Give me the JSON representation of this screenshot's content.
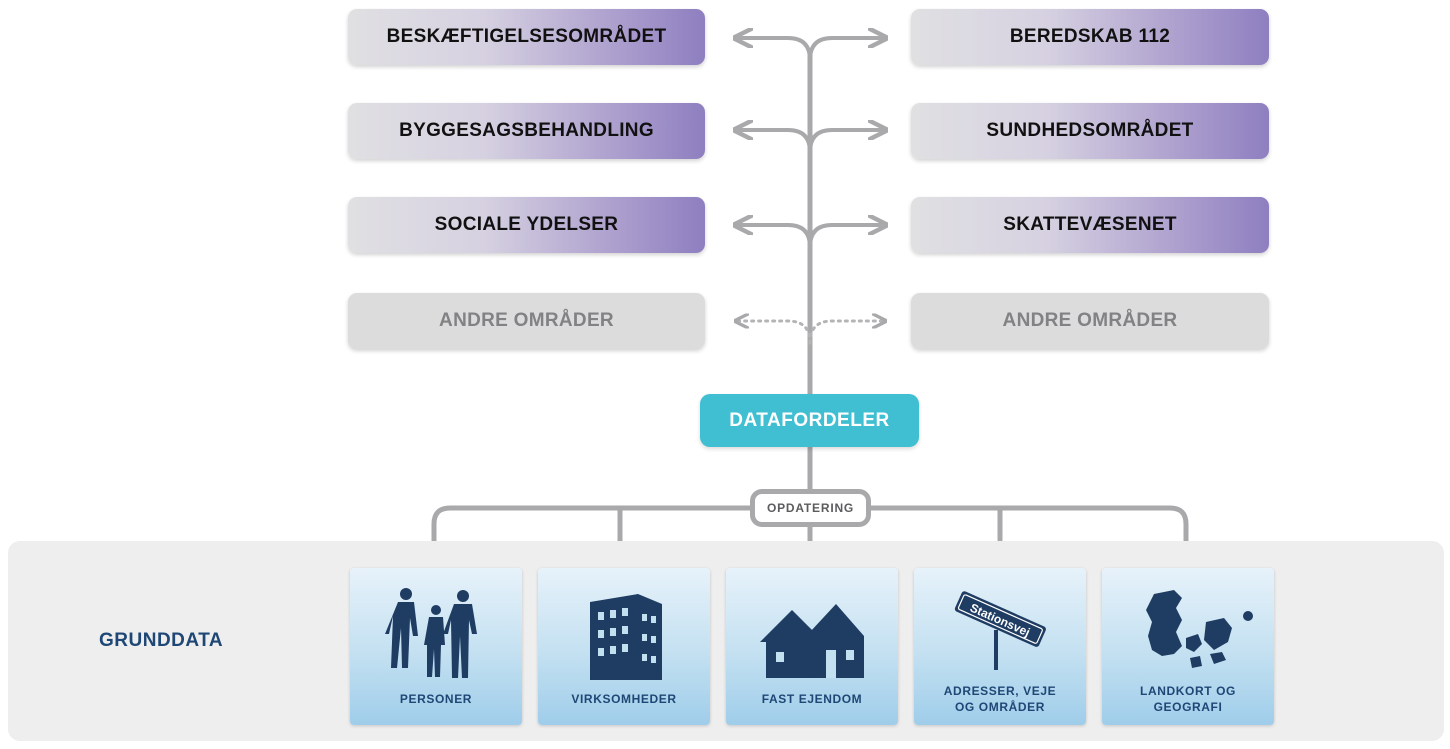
{
  "areas_left": [
    "BESKÆFTIGELSESOMRÅDET",
    "BYGGESAGSBEHANDLING",
    "SOCIALE YDELSER",
    "ANDRE OMRÅDER"
  ],
  "areas_right": [
    "BEREDSKAB 112",
    "SUNDHEDSOMRÅDET",
    "SKATTEVÆSENET",
    "ANDRE OMRÅDER"
  ],
  "hub": "DATAFORDELER",
  "update_label": "OPDATERING",
  "base_label": "GRUNDDATA",
  "registers": [
    {
      "label": "PERSONER",
      "icon": "people-icon"
    },
    {
      "label": "VIRKSOMHEDER",
      "icon": "building-icon"
    },
    {
      "label": "FAST EJENDOM",
      "icon": "houses-icon"
    },
    {
      "label": "ADRESSER, VEJE\nOG OMRÅDER",
      "icon": "street-sign-icon",
      "sign_text": "Stationsvej"
    },
    {
      "label": "LANDKORT OG\nGEOGRAFI",
      "icon": "denmark-map-icon"
    }
  ],
  "colors": {
    "area_gradient_end": "#8e7fc0",
    "other_box": "#dcdcdd",
    "hub": "#3fbfd1",
    "connector": "#a9a9ab",
    "label_blue": "#1e4775"
  }
}
